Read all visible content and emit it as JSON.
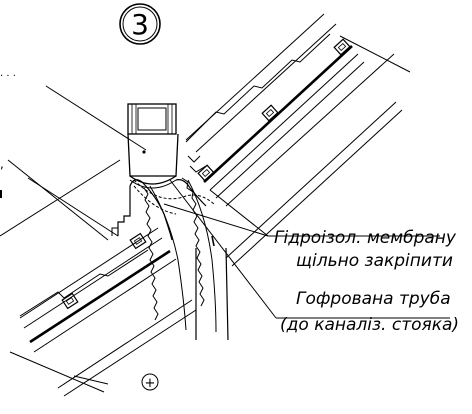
{
  "detail": {
    "number": "3"
  },
  "callouts": [
    {
      "id": "membrane",
      "line1": "Гідроізол. мембрану",
      "line2": "щільно закріпити"
    },
    {
      "id": "pipe",
      "line1": "Гофрована труба",
      "line2": "(до каналіз. стояка)"
    }
  ],
  "symbols": {
    "bottom_marker": "+"
  }
}
